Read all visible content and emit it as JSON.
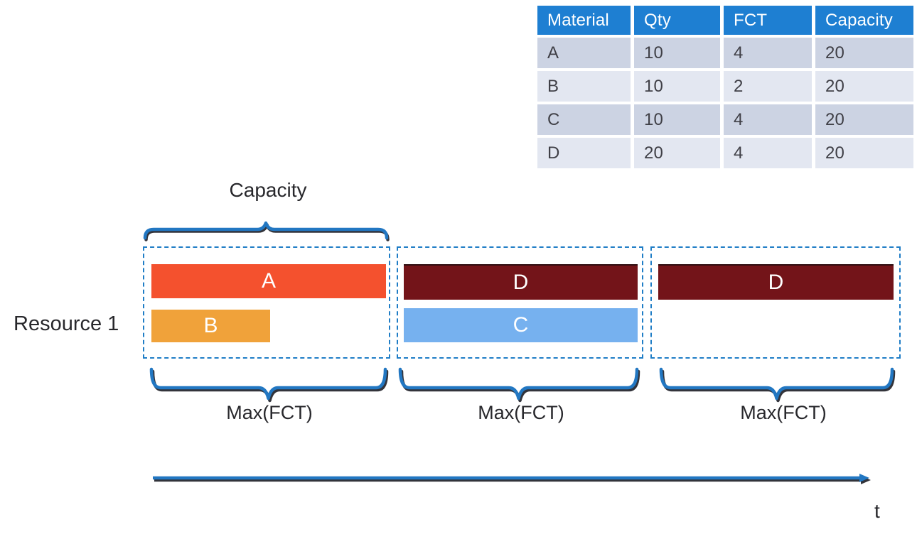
{
  "colors": {
    "accent_blue": "#2277c2",
    "dashed_border_blue": "#1f7dc6",
    "brace_shadow": "#0f1119",
    "table_header_bg": "#1e7fd2",
    "table_row_odd": "#ccd3e3",
    "table_row_even": "#e3e7f1",
    "text_dark": "#28282c",
    "bar_A": "#f4512e",
    "bar_B": "#f0a23a",
    "bar_C": "#76b1ef",
    "bar_D": "#731419"
  },
  "table": {
    "headers": [
      "Material",
      "Qty",
      "FCT",
      "Capacity"
    ],
    "rows": [
      [
        "A",
        "10",
        "4",
        "20"
      ],
      [
        "B",
        "10",
        "2",
        "20"
      ],
      [
        "C",
        "10",
        "4",
        "20"
      ],
      [
        "D",
        "20",
        "4",
        "20"
      ]
    ]
  },
  "gantt": {
    "resource_label": "Resource 1",
    "capacity_label": "Capacity",
    "time_axis_label": "t",
    "periods": [
      {
        "brace_label": "Max(FCT)",
        "bars": [
          {
            "label": "A"
          },
          {
            "label": "B"
          }
        ]
      },
      {
        "brace_label": "Max(FCT)",
        "bars": [
          {
            "label": "D"
          },
          {
            "label": "C"
          }
        ]
      },
      {
        "brace_label": "Max(FCT)",
        "bars": [
          {
            "label": "D"
          }
        ]
      }
    ]
  }
}
